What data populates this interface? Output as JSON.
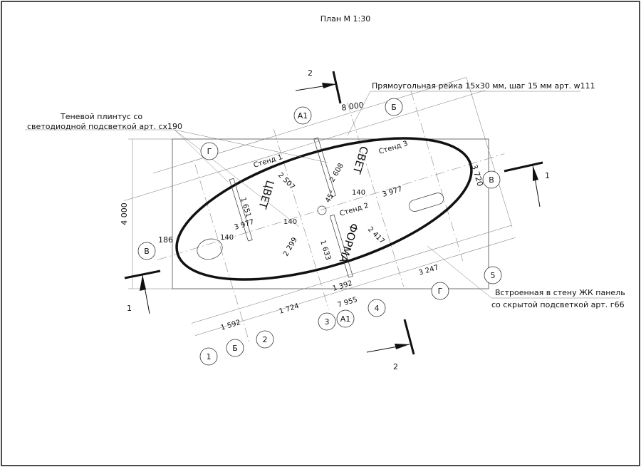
{
  "title": "План М 1:30",
  "notes": {
    "rail_note": "Прямоугольная рейка 15х30 мм, шаг 15 мм арт. w111",
    "plinth_line1": "Теневой плинтус со",
    "plinth_line2": "светодиодной подсветкой арт. сх190",
    "panel_line1": "Встроенная в стену ЖК панель",
    "panel_line2": "со скрытой подсветкой арт. г66"
  },
  "stands": {
    "s1": "Стенд 1",
    "s2": "Стенд 2",
    "s3": "Стенд 3"
  },
  "words": {
    "color": "ЦВЕТ",
    "light": "СВЕТ",
    "form": "ФОРМА"
  },
  "dimensions": {
    "overall_length": "8 000",
    "overall_width": "3 720",
    "room_height": "4 000",
    "offset": "186",
    "axis_left": "3 977",
    "axis_right": "3 977",
    "d2507": "2 507",
    "d2608": "2 608",
    "d1651": "1 651",
    "d140a": "140",
    "d140b": "140",
    "d140c": "140",
    "d2299": "2 299",
    "d1633": "1 633",
    "d2417": "2 417",
    "d3247": "3 247",
    "d1392": "1 392",
    "d7955": "7 955",
    "d1724": "1 724",
    "d1592": "1 592",
    "angle": "45°"
  },
  "grid_markers": {
    "a1_top": "А1",
    "b_top": "Б",
    "g_left": "Г",
    "v_left": "В",
    "v_right": "В",
    "g_bottom": "Г",
    "n5": "5",
    "n4": "4",
    "n3": "3",
    "a1_bottom": "А1",
    "n2": "2",
    "b_bottom": "Б",
    "n1": "1"
  },
  "section_marks": {
    "top": "2",
    "bottom": "2",
    "left": "1",
    "right": "1"
  }
}
